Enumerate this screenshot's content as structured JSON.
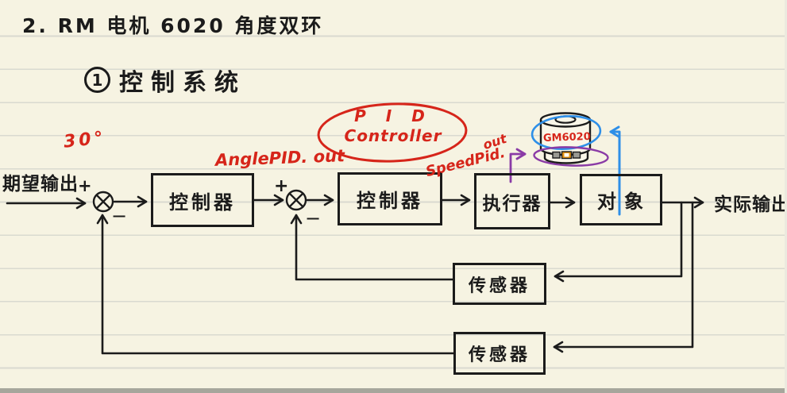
{
  "page": {
    "heading": "2. RM 电机 6020 角度双环",
    "section_index": "1",
    "section_title": "控制系统"
  },
  "notes": {
    "setpoint_value": "30°",
    "pid_ellipse_line1": "P I D",
    "pid_ellipse_line2": "Controller",
    "angle_pid_out": "AnglePID. out",
    "speed_pid": "SpeedPid.",
    "speed_pid_out": "out",
    "motor_model": "GM6020"
  },
  "diagram": {
    "input_label": "期望输出",
    "input_sign": "+",
    "output_label": "实际输出",
    "junction1_minus": "−",
    "junction2_plus": "+",
    "junction2_minus": "−",
    "blocks": {
      "angle_controller": "控制器",
      "speed_controller": "控制器",
      "actuator": "执行器",
      "plant": "对象",
      "speed_sensor": "传感器",
      "angle_sensor": "传感器"
    }
  },
  "colors": {
    "paper": "#f6f3e2",
    "rule_line": "#d9dad0",
    "ink": "#1b1b1b",
    "red": "#d6251a",
    "blue": "#2e8fe8",
    "purple": "#8a3ba6",
    "orange": "#e8930f"
  }
}
